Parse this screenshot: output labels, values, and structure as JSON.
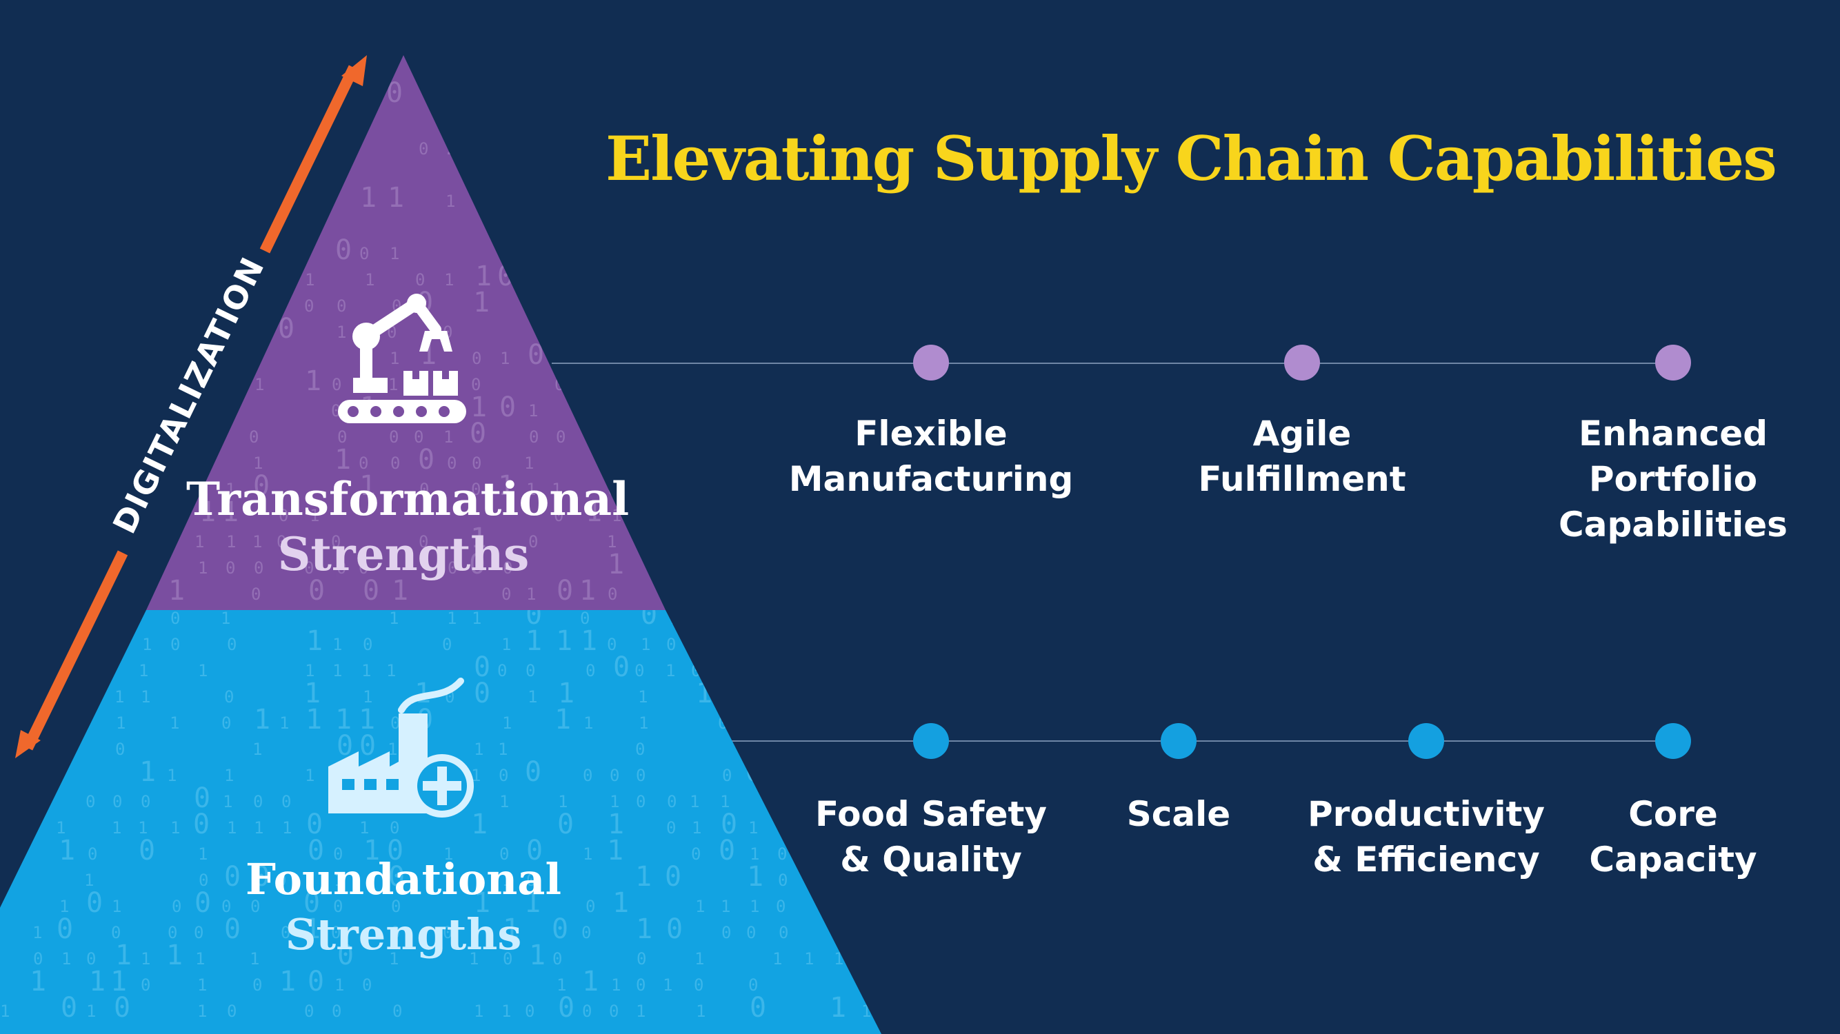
{
  "title": "Elevating Supply Chain Capabilities",
  "digitalization_label": "DIGITALIZATION",
  "colors": {
    "background": "#112d52",
    "title": "#f8d51c",
    "transformational": "#7a4ea0",
    "foundational": "#12a3e2",
    "arrow": "#f0682c",
    "dot_purple": "#b08ccf",
    "dot_blue": "#14a0e0"
  },
  "tiers": {
    "transformational": {
      "label_line1": "Transformational",
      "label_line2": "Strengths",
      "icon": "robot-arm-icon",
      "items": [
        {
          "lines": [
            "Flexible",
            "Manufacturing"
          ]
        },
        {
          "lines": [
            "Agile",
            "Fulfillment"
          ]
        },
        {
          "lines": [
            "Enhanced",
            "Portfolio",
            "Capabilities"
          ]
        }
      ]
    },
    "foundational": {
      "label_line1": "Foundational",
      "label_line2": "Strengths",
      "icon": "factory-plus-icon",
      "items": [
        {
          "lines": [
            "Food Safety",
            "& Quality"
          ]
        },
        {
          "lines": [
            "Scale"
          ]
        },
        {
          "lines": [
            "Productivity",
            "& Efficiency"
          ]
        },
        {
          "lines": [
            "Core",
            "Capacity"
          ]
        }
      ]
    }
  }
}
